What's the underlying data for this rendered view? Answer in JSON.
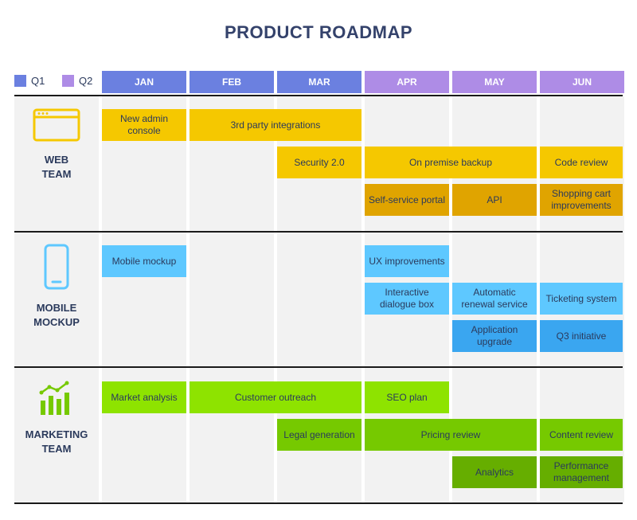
{
  "title": "PRODUCT ROADMAP",
  "legend": [
    {
      "label": "Q1",
      "color": "#6b80e0"
    },
    {
      "label": "Q2",
      "color": "#ae8ce6"
    }
  ],
  "months": [
    "JAN",
    "FEB",
    "MAR",
    "APR",
    "MAY",
    "JUN"
  ],
  "teams": {
    "web": {
      "label_line1": "WEB",
      "label_line2": "TEAM",
      "icon": "browser-window-icon"
    },
    "mobile": {
      "label_line1": "MOBILE",
      "label_line2": "MOCKUP",
      "icon": "smartphone-icon"
    },
    "marketing": {
      "label_line1": "MARKETING",
      "label_line2": "TEAM",
      "icon": "growth-chart-icon"
    }
  },
  "tasks": {
    "new_admin_console": "New admin console",
    "third_party": "3rd party integrations",
    "security": "Security 2.0",
    "on_premise": "On premise backup",
    "code_review": "Code review",
    "self_service": "Self-service portal",
    "api": "API",
    "shopping_cart": "Shopping cart improvements",
    "mobile_mockup": "Mobile mockup",
    "ux_improvements": "UX improvements",
    "interactive_dialogue": "Interactive dialogue box",
    "auto_renewal": "Automatic renewal service",
    "ticketing": "Ticketing system",
    "app_upgrade": "Application upgrade",
    "q3_initiative": "Q3 initiative",
    "market_analysis": "Market analysis",
    "customer_outreach": "Customer outreach",
    "seo_plan": "SEO plan",
    "legal_generation": "Legal generation",
    "pricing_review": "Pricing review",
    "content_review": "Content review",
    "analytics": "Analytics",
    "performance_mgmt": "Performance management"
  },
  "colors": {
    "q1_header": "#6b80e0",
    "q2_header": "#ae8ce6",
    "web_primary": "#f5c800",
    "web_secondary": "#e0a400",
    "mobile_primary": "#5ec8ff",
    "mobile_secondary": "#3aa6f0",
    "marketing_primary": "#8ee300",
    "marketing_secondary": "#66ae00"
  }
}
